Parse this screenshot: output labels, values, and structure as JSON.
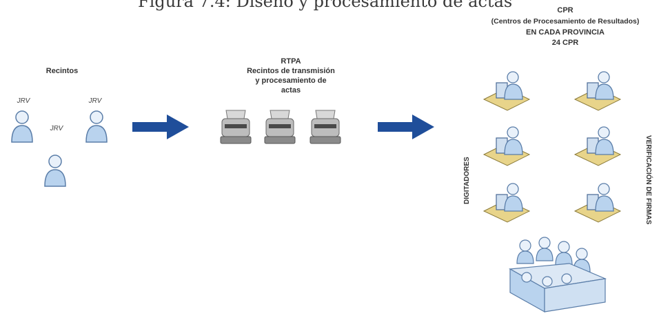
{
  "header": {
    "title_fragment": "Figura 7.4: Diseño y procesamiento de actas"
  },
  "recintos": {
    "title": "Recintos",
    "jrv_labels": [
      "JRV",
      "JRV",
      "JRV"
    ]
  },
  "rtpa": {
    "line1": "RTPA",
    "line2": "Recintos de transmisión",
    "line3": "y procesamiento de",
    "line4": "actas"
  },
  "cpr": {
    "line1": "CPR",
    "line2": "(Centros de Procesamiento de Resultados)",
    "line3": "EN CADA PROVINCIA",
    "line4": "24 CPR"
  },
  "side_labels": {
    "left": "DIGITADORES",
    "right": "VERIFICACIÓN DE FIRMAS"
  },
  "colors": {
    "arrow": "#1f4e9a",
    "person_fill": "#b9d3ee",
    "person_stroke": "#5a7da8",
    "desk": "#e8d48a",
    "scanner": "#9a9a9a"
  }
}
